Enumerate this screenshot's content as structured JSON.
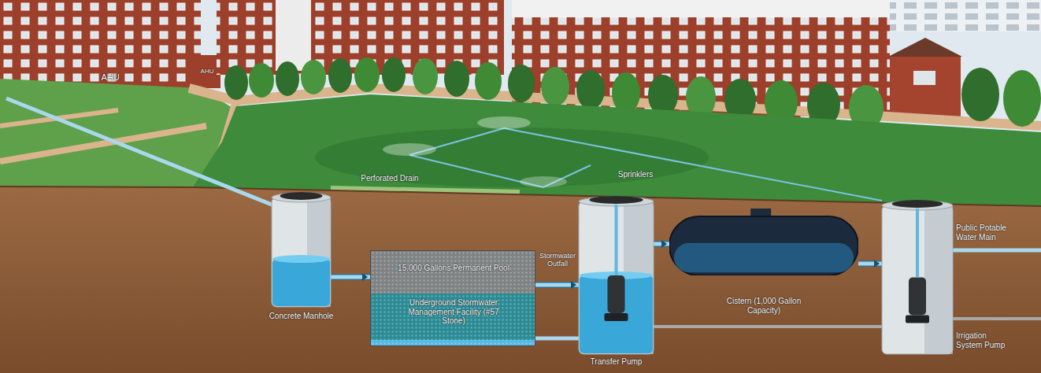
{
  "diagram": {
    "nodes": [
      {
        "text": [
          "Concrete Manhole"
        ]
      },
      {
        "text": [
          "15,000 Gallons Permanent Pool",
          "Underground Stormwater Management Facility (#57 Stone)"
        ]
      },
      {
        "text": [
          "Transfer Pump"
        ]
      },
      {
        "text": [
          "Cistern (1,000 Gallon Capacity)"
        ]
      },
      {
        "text": [
          "Irrigation System Pump"
        ]
      }
    ],
    "edges": [
      {
        "from": 0,
        "to": 1,
        "arrow": "to"
      },
      {
        "from": 1,
        "to": 2,
        "arrow": "to",
        "label": "Stormwater Outfall"
      },
      {
        "from": 2,
        "to": 3,
        "arrow": "to"
      },
      {
        "from": 3,
        "to": 4,
        "arrow": "to"
      }
    ],
    "labels": [
      "AHU",
      "AHU",
      "Perforated Drain",
      "Sprinklers",
      "Public Potable Water Main"
    ]
  }
}
